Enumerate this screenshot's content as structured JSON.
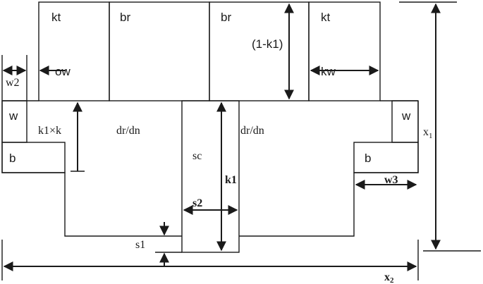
{
  "labels": {
    "kt_left": "kt",
    "br_left": "br",
    "br_right": "br",
    "kt_right": "kt",
    "one_minus_k1": "(1-k1)",
    "ow": "ow",
    "kw": "kw",
    "w2": "w2",
    "w_left": "w",
    "w_right": "w",
    "b_left": "b",
    "b_right": "b",
    "k1xk": "k1×k",
    "drdn_left": "dr/dn",
    "drdn_right": "dr/dn",
    "sc": "sc",
    "k1": "k1",
    "s2": "s2",
    "s1": "s1",
    "w3": "w3",
    "x1_base": "x",
    "x1_sub": "1",
    "x2_base": "x",
    "x2_sub": "2"
  }
}
